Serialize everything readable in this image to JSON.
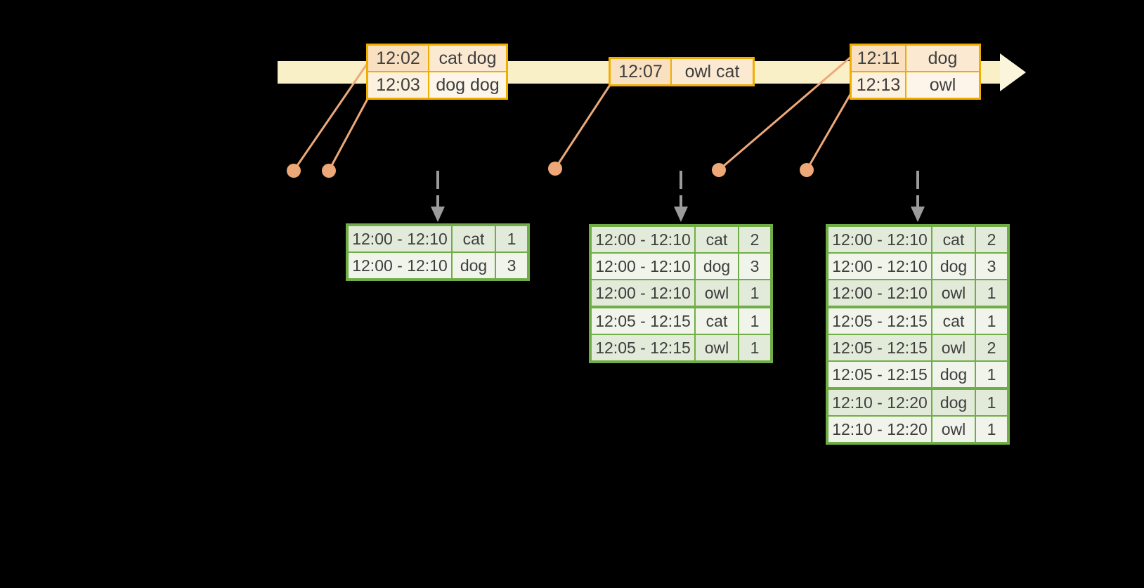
{
  "timeline": {
    "event_groups": [
      {
        "events": [
          {
            "time": "12:02",
            "words": "cat dog"
          },
          {
            "time": "12:03",
            "words": "dog dog"
          }
        ]
      },
      {
        "events": [
          {
            "time": "12:07",
            "words": "owl cat"
          }
        ]
      },
      {
        "events": [
          {
            "time": "12:11",
            "words": "dog"
          },
          {
            "time": "12:13",
            "words": "owl"
          }
        ]
      }
    ]
  },
  "result_tables": [
    {
      "rows": [
        {
          "window": "12:00 - 12:10",
          "word": "cat",
          "count": "1"
        },
        {
          "window": "12:00 - 12:10",
          "word": "dog",
          "count": "3"
        }
      ]
    },
    {
      "rows": [
        {
          "window": "12:00 - 12:10",
          "word": "cat",
          "count": "2"
        },
        {
          "window": "12:00 - 12:10",
          "word": "dog",
          "count": "3"
        },
        {
          "window": "12:00 - 12:10",
          "word": "owl",
          "count": "1"
        },
        {
          "window": "12:05 - 12:15",
          "word": "cat",
          "count": "1"
        },
        {
          "window": "12:05 - 12:15",
          "word": "owl",
          "count": "1"
        }
      ]
    },
    {
      "rows": [
        {
          "window": "12:00 - 12:10",
          "word": "cat",
          "count": "2"
        },
        {
          "window": "12:00 - 12:10",
          "word": "dog",
          "count": "3"
        },
        {
          "window": "12:00 - 12:10",
          "word": "owl",
          "count": "1"
        },
        {
          "window": "12:05 - 12:15",
          "word": "cat",
          "count": "1"
        },
        {
          "window": "12:05 - 12:15",
          "word": "owl",
          "count": "2"
        },
        {
          "window": "12:05 - 12:15",
          "word": "dog",
          "count": "1"
        },
        {
          "window": "12:10 - 12:20",
          "word": "dog",
          "count": "1"
        },
        {
          "window": "12:10 - 12:20",
          "word": "owl",
          "count": "1"
        }
      ]
    }
  ],
  "colors": {
    "background": "#000000",
    "timeline_band": "#FAF0C8",
    "timeline_arrowhead": "#FBF5DC",
    "event_border": "#F0AE00",
    "event_cell_dark_time": "#F8E0C1",
    "event_cell_dark_word": "#FBE9D2",
    "event_cell_light_time": "#FCF0DE",
    "event_cell_light_word": "#FDF5E9",
    "marker": "#EEA878",
    "trigger_arrow": "#9B9B9B",
    "table_border": "#71AD47",
    "table_cell_dark": "#E2EADA",
    "table_cell_light": "#F0F4EB",
    "text": "#3E3E3E"
  }
}
